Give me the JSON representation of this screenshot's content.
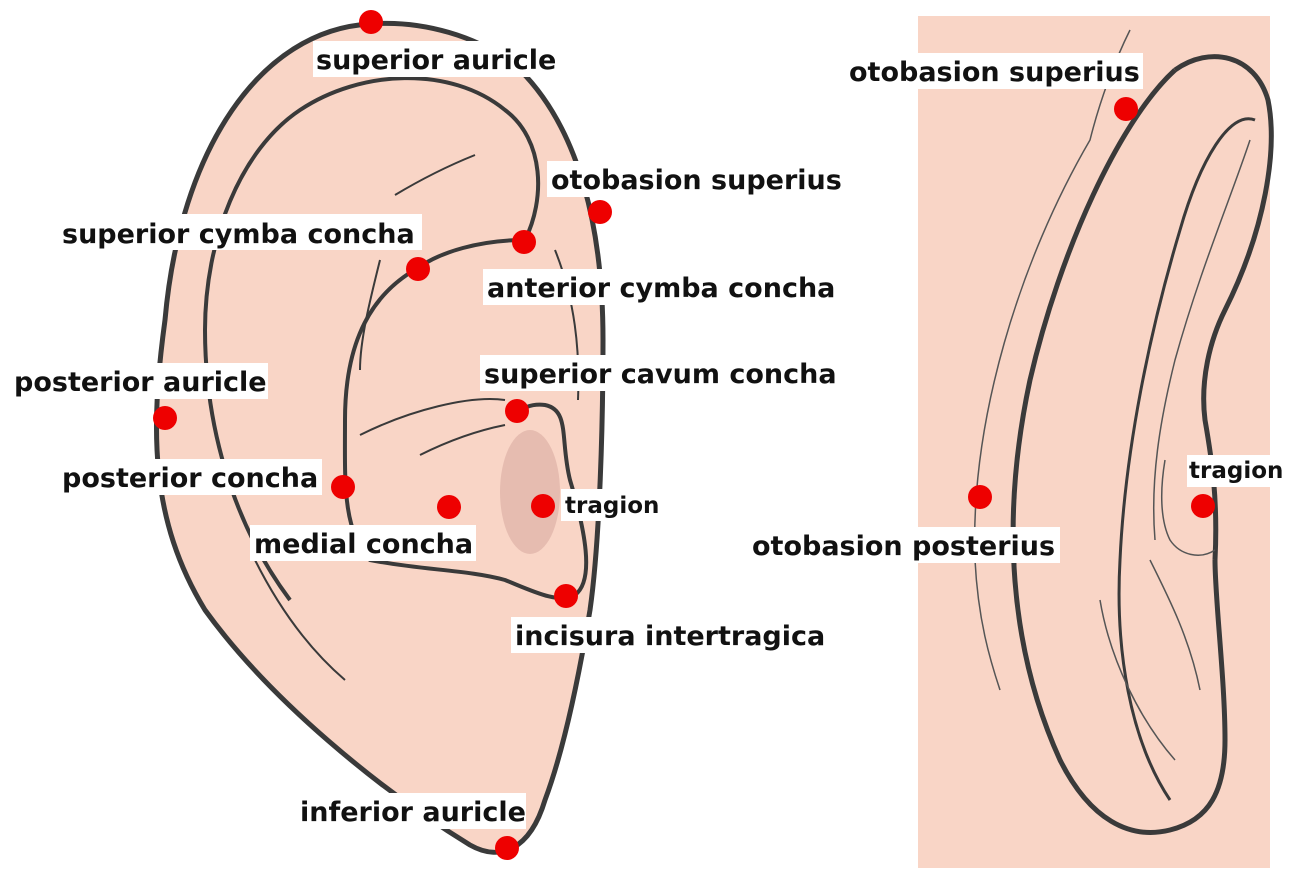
{
  "colors": {
    "skin": "#f9d5c6",
    "outline": "#3a3a3a",
    "landmark": "#ee0000",
    "tragus_shade": "#e6bcb0"
  },
  "lateral_view": {
    "landmarks": [
      {
        "id": "superior-auricle",
        "label": "superior auricle"
      },
      {
        "id": "otobasion-superius",
        "label": "otobasion superius"
      },
      {
        "id": "superior-cymba-concha",
        "label": "superior cymba concha"
      },
      {
        "id": "anterior-cymba-concha",
        "label": "anterior cymba concha"
      },
      {
        "id": "posterior-auricle",
        "label": "posterior auricle"
      },
      {
        "id": "superior-cavum-concha",
        "label": "superior cavum concha"
      },
      {
        "id": "posterior-concha",
        "label": "posterior concha"
      },
      {
        "id": "tragion",
        "label": "tragion"
      },
      {
        "id": "medial-concha",
        "label": "medial concha"
      },
      {
        "id": "incisura-intertragica",
        "label": "incisura intertragica"
      },
      {
        "id": "inferior-auricle",
        "label": "inferior auricle"
      }
    ]
  },
  "profile_view": {
    "landmarks": [
      {
        "id": "otobasion-superius",
        "label": "otobasion superius"
      },
      {
        "id": "tragion",
        "label": "tragion"
      },
      {
        "id": "otobasion-posterius",
        "label": "otobasion posterius"
      }
    ]
  }
}
